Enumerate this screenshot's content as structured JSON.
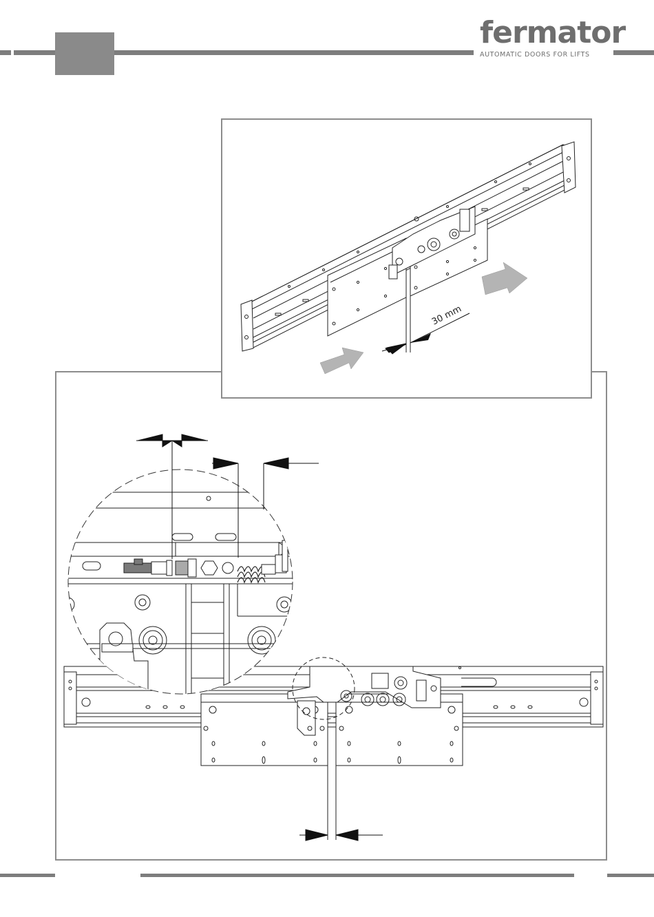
{
  "header": {
    "brand": "fermator",
    "tagline": "AUTOMATIC DOORS FOR LIFTS",
    "brand_color": "#6e6e6e",
    "rule_color": "#7d7d7d"
  },
  "top_figure": {
    "dimension_label": "30 mm",
    "arrow_color": "#b4b4b4"
  },
  "icons": [
    "push-arrow-left-icon",
    "push-arrow-right-icon",
    "dimension-arrow-icon"
  ]
}
